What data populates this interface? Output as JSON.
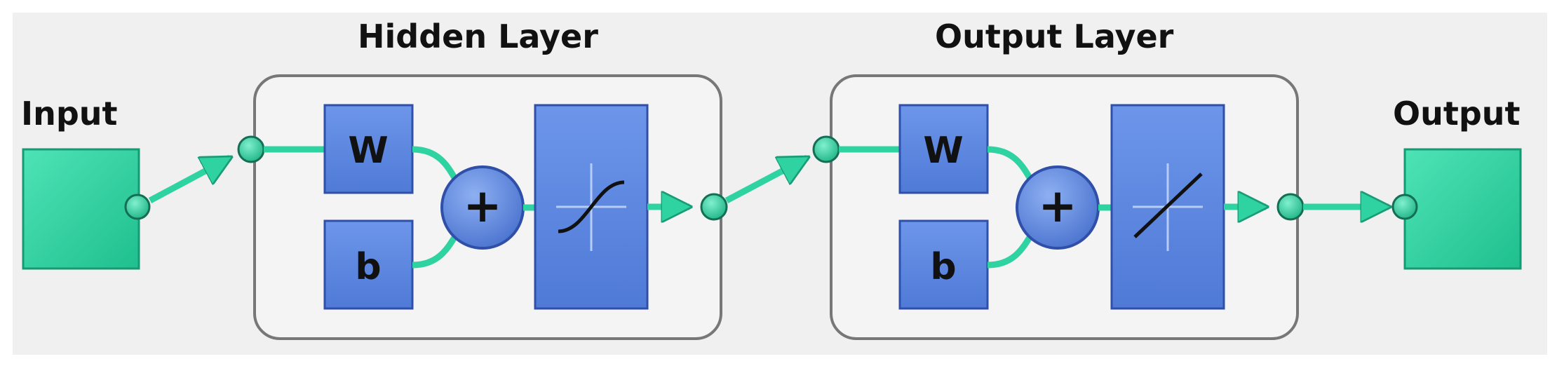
{
  "diagram": {
    "input_label": "Input",
    "output_label": "Output",
    "layers": [
      {
        "title": "Hidden Layer",
        "weight": "W",
        "bias": "b",
        "sum_symbol": "+",
        "transfer": "sigmoid"
      },
      {
        "title": "Output Layer",
        "weight": "W",
        "bias": "b",
        "sum_symbol": "+",
        "transfer": "linear"
      }
    ]
  },
  "colors": {
    "background": "#f0f0f0",
    "io_fill": "#2fd3a2",
    "connector": "#2fd3a2",
    "block_fill": "#5b87e0",
    "block_stroke": "#2f4fa8",
    "layer_border": "#777777"
  }
}
